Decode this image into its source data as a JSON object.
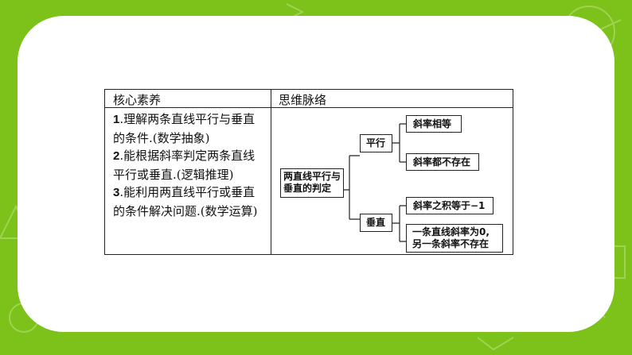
{
  "table": {
    "col1_header": "核心素养",
    "col2_header": "思维脉络",
    "goals": [
      {
        "num": "1",
        "text": ".理解两条直线平行与垂直的条件.(数学抽象)"
      },
      {
        "num": "2",
        "text": ".能根据斜率判定两条直线平行或垂直.(逻辑推理)"
      },
      {
        "num": "3",
        "text": ".能利用两直线平行或垂直的条件解决问题.(数学运算)"
      }
    ]
  },
  "mindmap": {
    "root": [
      "两直线平行与",
      "垂直的判定"
    ],
    "parallel": {
      "label": "平行",
      "items": [
        "斜率相等",
        "斜率都不存在"
      ]
    },
    "perpendicular": {
      "label": "垂直",
      "items": [
        "斜率之积等于−1"
      ],
      "item2_lines": [
        "一条直线斜率为0,",
        "另一条斜率不存在"
      ]
    }
  },
  "colors": {
    "background": "#7cc21a",
    "card": "#ffffff",
    "line": "#222222"
  }
}
